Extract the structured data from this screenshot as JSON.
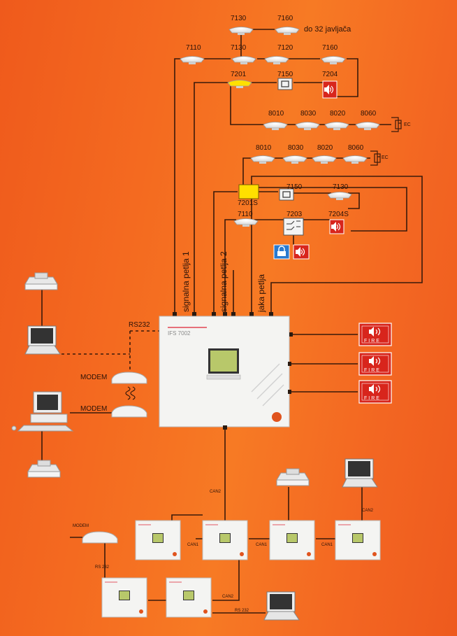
{
  "loop1": {
    "row_top": [
      "7130",
      "7160"
    ],
    "row_top_note": "do 32 javljača",
    "row2": [
      "7110",
      "7130",
      "7120",
      "7160"
    ],
    "row3": [
      "7201",
      "7150",
      "7204"
    ],
    "row4": [
      "8010",
      "8030",
      "8020",
      "8060"
    ],
    "ec": "EC"
  },
  "loop2": {
    "row1": [
      "8010",
      "8030",
      "8020",
      "8060"
    ],
    "ec": "EC",
    "module": "7201S",
    "row2": [
      "7150",
      "7130"
    ],
    "row3": [
      "7110",
      "7203",
      "7204S"
    ]
  },
  "loop_labels": {
    "loop1": "signalna petlja 1",
    "loop2": "signalna petlja 2",
    "power": "jaka petlja"
  },
  "panel": {
    "model": "IFS 7002"
  },
  "left": {
    "rs232": "RS232",
    "modem1": "MODEM",
    "modem2": "MODEM"
  },
  "sirens": [
    "FIRE",
    "FIRE",
    "FIRE"
  ],
  "network": {
    "can2_top": "CAN2",
    "can1_a": "CAN1",
    "can1_b": "CAN1",
    "can1_c": "CAN1",
    "can2_right": "CAN2",
    "can2_bottom": "CAN2",
    "modem": "MODEM",
    "rs232_a": "RS 232",
    "rs232_b": "RS 232"
  },
  "colors": {
    "background": "#f46a20",
    "wire": "#3a1a0a",
    "wire_white": "#ffffff",
    "module_yellow": "#ffe000",
    "siren_red": "#d8251c",
    "panel": "#f4f4f2",
    "screen": "#b8c86a",
    "lock_blue": "#2a7ad0"
  }
}
